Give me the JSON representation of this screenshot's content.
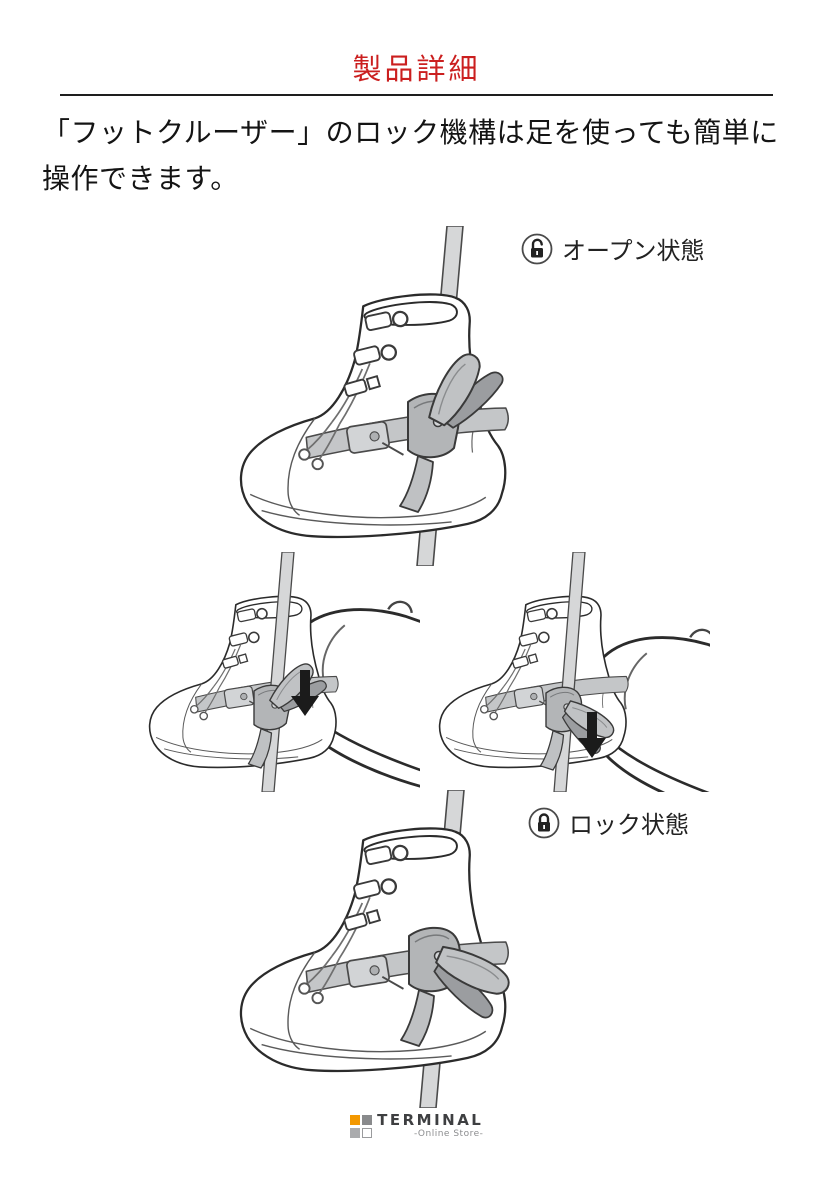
{
  "header": {
    "title": "製品詳細",
    "title_color": "#cb1f1f"
  },
  "intro": {
    "line1": "「フットクルーザー」のロック機構は足を使っても簡単に",
    "line2": "操作できます。"
  },
  "states": {
    "open": {
      "label": "オープン状態",
      "icon": "unlock-icon"
    },
    "locked": {
      "label": "ロック状態",
      "icon": "lock-icon"
    }
  },
  "illustration_colors": {
    "outline": "#2b2b2b",
    "pole": "#d6d7d8",
    "strap": "#c4c6c8",
    "device": "#b3b5b7",
    "arrow": "#1b1b1b"
  },
  "footer": {
    "brand": "TERMINAL",
    "tagline": "-Online Store-",
    "logo_colors": {
      "top_left": "#f39800",
      "top_right": "#898a8c",
      "bottom_left": "#aaabad",
      "bottom_right": "#ffffff"
    }
  }
}
